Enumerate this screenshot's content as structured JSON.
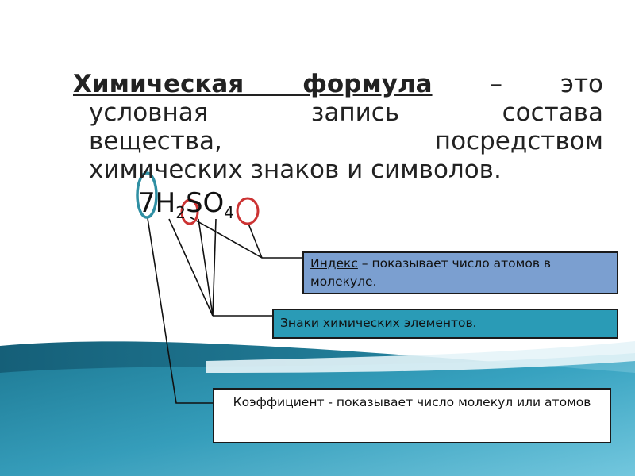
{
  "definition": {
    "term": "Химическая формула",
    "line1_rest": "– это",
    "line2": "условная запись состава",
    "line3": "вещества, посредством",
    "line4": "химических знаков и символов."
  },
  "formula": {
    "coefficient": "7",
    "element1": "H",
    "index1": "2",
    "element2": "SO",
    "index2": "4"
  },
  "boxes": {
    "index_term": "Индекс",
    "index_text": " – показывает число атомов в молекуле.",
    "elements_text": "Знаки химических элементов.",
    "coefficient_text": "Коэффициент - показывает число молекул или атомов"
  },
  "colors": {
    "coefficient_circle": "#2f8fa3",
    "index_circle": "#cc3333",
    "index_box": "#7b9fd0",
    "elements_box": "#2a9bb6",
    "coefficient_box": "#ffffff"
  }
}
